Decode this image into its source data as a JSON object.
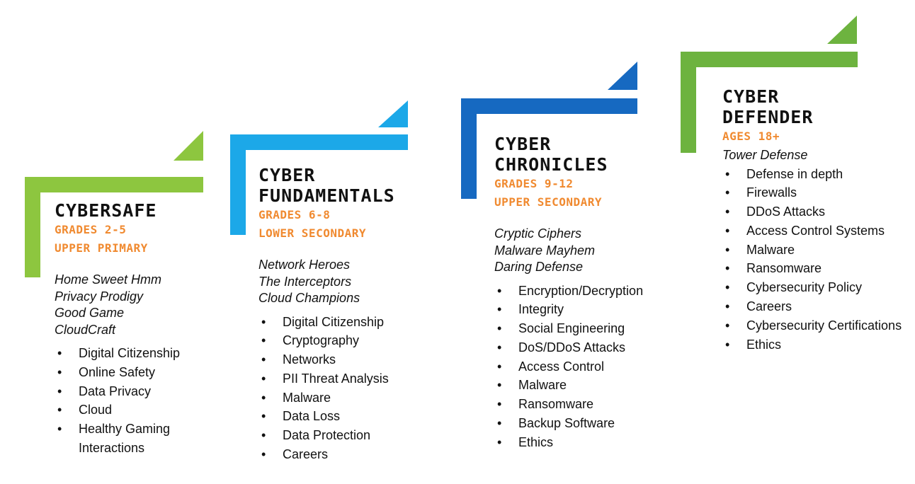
{
  "accent": "#f08a30",
  "levels": [
    {
      "title_line1": "CyberSafe",
      "title_line2": "",
      "grades": "Grades 2-5",
      "stage": "Upper Primary",
      "color": "#8dc63f",
      "games": [
        "Home Sweet Hmm",
        "Privacy Prodigy",
        "Good Game",
        "CloudCraft"
      ],
      "topics": [
        "Digital Citizenship",
        "Online Safety",
        "Data Privacy",
        "Cloud",
        "Healthy Gaming Interactions"
      ]
    },
    {
      "title_line1": "Cyber",
      "title_line2": "Fundamentals",
      "grades": "Grades 6-8",
      "stage": "Lower Secondary",
      "color": "#1ca8e8",
      "games": [
        "Network Heroes",
        "The Interceptors",
        "Cloud Champions"
      ],
      "topics": [
        "Digital Citizenship",
        "Cryptography",
        "Networks",
        "PII Threat Analysis",
        "Malware",
        "Data Loss",
        "Data Protection",
        "Careers"
      ]
    },
    {
      "title_line1": "Cyber",
      "title_line2": "Chronicles",
      "grades": "Grades 9-12",
      "stage": "Upper Secondary",
      "color": "#1669c1",
      "games": [
        "Cryptic Ciphers",
        "Malware Mayhem",
        "Daring Defense"
      ],
      "topics": [
        "Encryption/Decryption",
        "Integrity",
        "Social Engineering",
        "DoS/DDoS Attacks",
        "Access Control",
        "Malware",
        "Ransomware",
        "Backup Software",
        "Ethics"
      ]
    },
    {
      "title_line1": "Cyber",
      "title_line2": "Defender",
      "grades": "Ages 18+",
      "stage": "",
      "color": "#6db33f",
      "games": [
        "Tower Defense"
      ],
      "topics": [
        "Defense in depth",
        "Firewalls",
        "DDoS Attacks",
        "Access Control Systems",
        "Malware",
        "Ransomware",
        "Cybersecurity Policy",
        "Careers",
        "Cybersecurity Certifications",
        "Ethics"
      ]
    }
  ]
}
